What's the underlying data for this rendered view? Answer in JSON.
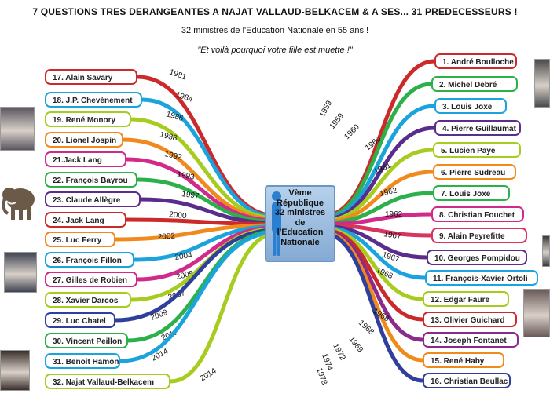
{
  "header": {
    "title": "7 QUESTIONS TRES DERANGEANTES A NAJAT VALLAUD-BELKACEM & A SES... 31 PREDECESSEURS !",
    "subtitle": "32 ministres de l'Education Nationale en 55 ans !",
    "quote": "\"Et voilà pourquoi votre fille est muette !\""
  },
  "center": {
    "label": "Vème\nRépublique\n32 ministres\nde\nl'Education\nNationale"
  },
  "right_ministers": [
    {
      "label": "1. André Boulloche",
      "year": "1959",
      "color": "#cc2a2a"
    },
    {
      "label": "2. Michel Debré",
      "year": "1959",
      "color": "#2bb04a"
    },
    {
      "label": "3. Louis Joxe",
      "year": "1960",
      "color": "#1aa3dd"
    },
    {
      "label": "4. Pierre Guillaumat",
      "year": "1960",
      "color": "#5a2d8c"
    },
    {
      "label": "5. Lucien Paye",
      "year": "1961",
      "color": "#a6cc1f"
    },
    {
      "label": "6. Pierre Sudreau",
      "year": "",
      "color": "#f08a1c"
    },
    {
      "label": "7. Louis Joxe",
      "year": "1962",
      "color": "#2bb04a"
    },
    {
      "label": "8. Christian Fouchet",
      "year": "1962",
      "color": "#d12a8a"
    },
    {
      "label": "9. Alain Peyrefitte",
      "year": "1967",
      "color": "#d8345f"
    },
    {
      "label": "10. Georges Pompidou",
      "year": "1967",
      "color": "#5a2d8c"
    },
    {
      "label": "11. François-Xavier Ortoli",
      "year": "1968",
      "color": "#1aa3dd"
    },
    {
      "label": "12. Edgar Faure",
      "year": "1968",
      "color": "#a6cc1f"
    },
    {
      "label": "13. Olivier Guichard",
      "year": "1968",
      "color": "#cc2a2a"
    },
    {
      "label": "14. Joseph Fontanet",
      "year": "1969",
      "color": "#8a2a8a"
    },
    {
      "label": "15. René Haby",
      "year": "1972",
      "color": "#f08a1c"
    },
    {
      "label": "16. Christian Beullac",
      "year": "1974",
      "color": "#2f3f9a"
    }
  ],
  "right_extra_year": "1978",
  "left_ministers": [
    {
      "label": "17. Alain Savary",
      "year": "1981",
      "color": "#cc2a2a"
    },
    {
      "label": "18. J.P. Chevènement",
      "year": "1984",
      "color": "#1aa3dd"
    },
    {
      "label": "19. René Monory",
      "year": "1986",
      "color": "#a6cc1f"
    },
    {
      "label": "20. Lionel Jospin",
      "year": "1988",
      "color": "#f08a1c"
    },
    {
      "label": "21.Jack Lang",
      "year": "1992",
      "color": "#d12a8a"
    },
    {
      "label": "22. François Bayrou",
      "year": "1993",
      "color": "#2bb04a"
    },
    {
      "label": "23. Claude Allègre",
      "year": "1997",
      "color": "#5a2d8c"
    },
    {
      "label": "24. Jack Lang",
      "year": "2000",
      "color": "#cc2a2a"
    },
    {
      "label": "25. Luc Ferry",
      "year": "2002",
      "color": "#f08a1c"
    },
    {
      "label": "26. François Fillon",
      "year": "2004",
      "color": "#1aa3dd"
    },
    {
      "label": "27. Gilles de Robien",
      "year": "2005",
      "color": "#d12a8a"
    },
    {
      "label": "28. Xavier Darcos",
      "year": "2007",
      "color": "#a6cc1f"
    },
    {
      "label": "29. Luc Chatel",
      "year": "2009",
      "color": "#2f3f9a"
    },
    {
      "label": "30. Vincent Peillon",
      "year": "2012",
      "color": "#2bb04a"
    },
    {
      "label": "31. Benoît Hamon",
      "year": "2014",
      "color": "#1aa3dd"
    },
    {
      "label": "32. Najat Vallaud-Belkacem",
      "year": "2014",
      "color": "#a6cc1f"
    }
  ],
  "photos": [
    {
      "name": "portrait-photo",
      "side": "left"
    },
    {
      "name": "mammoth-image",
      "side": "left"
    },
    {
      "name": "portrait-photo",
      "side": "left"
    },
    {
      "name": "portrait-photo",
      "side": "left"
    },
    {
      "name": "portrait-photo",
      "side": "right"
    },
    {
      "name": "portrait-photo",
      "side": "right"
    },
    {
      "name": "portrait-photo",
      "side": "right"
    }
  ]
}
